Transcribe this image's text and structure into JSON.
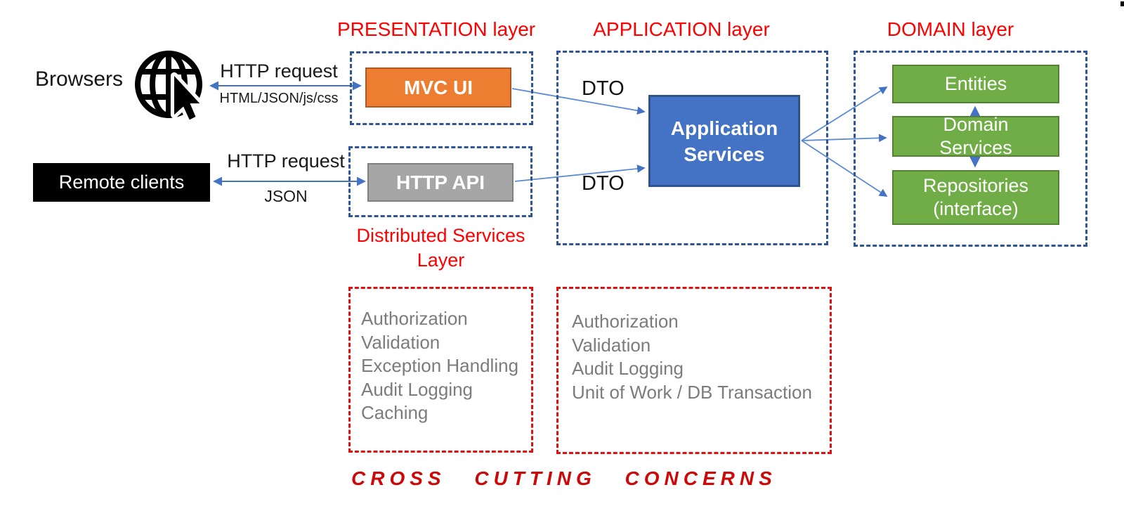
{
  "clients": {
    "browsers_label": "Browsers",
    "remote_clients_label": "Remote clients",
    "browser_link": {
      "above": "HTTP request",
      "below": "HTML/JSON/js/css"
    },
    "remote_link": {
      "above": "HTTP request",
      "below": "JSON"
    }
  },
  "presentation": {
    "title": "PRESENTATION layer",
    "mvc_ui_label": "MVC UI",
    "http_api_label": "HTTP API",
    "distributed_caption_line1": "Distributed Services",
    "distributed_caption_line2": "Layer"
  },
  "application": {
    "title": "APPLICATION layer",
    "services_label_line1": "Application",
    "services_label_line2": "Services",
    "dto_top": "DTO",
    "dto_bottom": "DTO"
  },
  "domain": {
    "title": "DOMAIN layer",
    "entities_label": "Entities",
    "domain_services_label": "Domain Services",
    "repositories_label": "Repositories (interface)"
  },
  "cross_cutting": {
    "caption": "CROSS CUTTING CONCERNS",
    "distributed_concerns": [
      "Authorization",
      "Validation",
      "Exception Handling",
      "Audit Logging",
      "Caching"
    ],
    "application_concerns": [
      "Authorization",
      "Validation",
      "Audit Logging",
      "Unit of Work / DB Transaction"
    ]
  },
  "colors": {
    "mvc_orange": "#ED7D31",
    "http_api_gray": "#A6A6A6",
    "application_blue": "#4472C4",
    "domain_green": "#70AD47",
    "layer_dash_blue": "#2F5597",
    "cross_cutting_dash_red": "#E01010",
    "layer_title_red": "#FF0000",
    "concern_text_gray": "#7C7C7C",
    "arrow_blue": "#4472C4"
  }
}
